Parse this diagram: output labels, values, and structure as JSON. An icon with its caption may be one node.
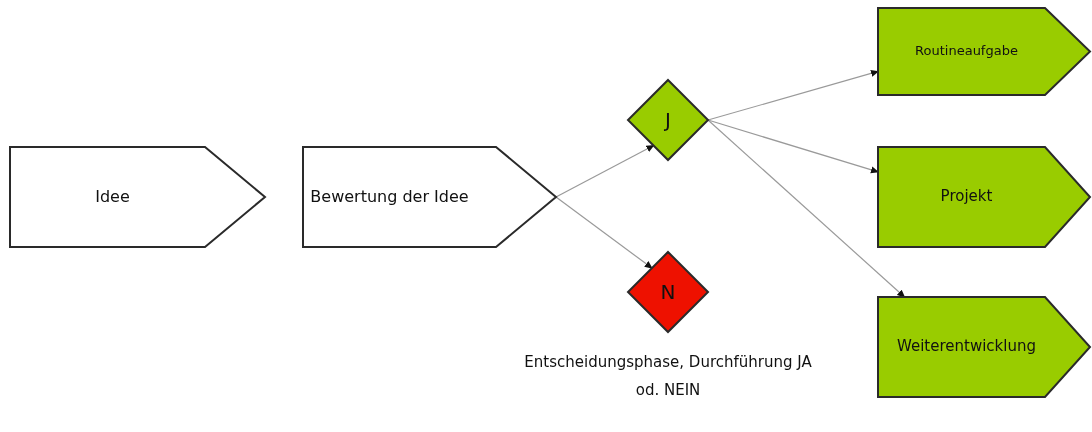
{
  "diagram": {
    "nodes": [
      {
        "text": [
          "Idee"
        ]
      },
      {
        "text": [
          "Bewertung der Idee"
        ]
      },
      {
        "text": [
          "J"
        ]
      },
      {
        "text": [
          "N"
        ]
      },
      {
        "text": [
          "Routineaufgabe"
        ]
      },
      {
        "text": [
          "Projekt"
        ]
      },
      {
        "text": [
          "Weiterentwicklung"
        ]
      }
    ],
    "edges": [
      {
        "from": 1,
        "to": 2,
        "arrow": "to"
      },
      {
        "from": 1,
        "to": 3,
        "arrow": "to"
      },
      {
        "from": 2,
        "to": 4,
        "arrow": "to"
      },
      {
        "from": 2,
        "to": 5,
        "arrow": "to"
      },
      {
        "from": 2,
        "to": 6,
        "arrow": "to"
      }
    ],
    "labels": [
      "Entscheidungsphase, Durchführung JA od. NEIN"
    ]
  }
}
